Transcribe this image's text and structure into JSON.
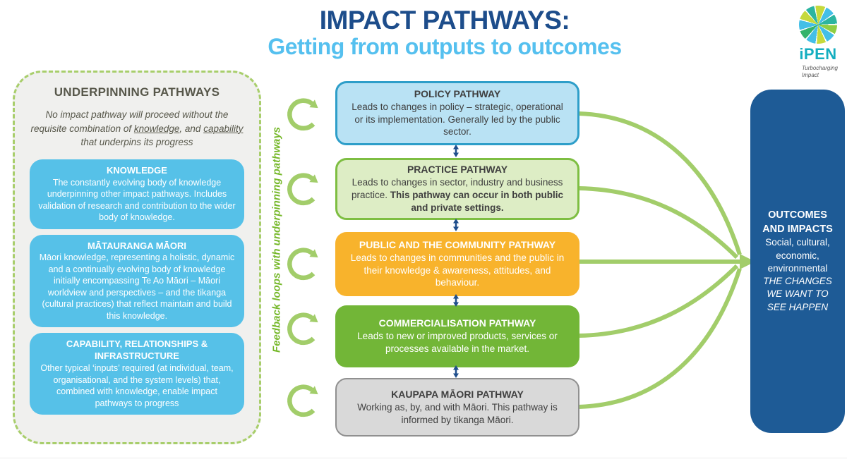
{
  "header": {
    "title": "IMPACT PATHWAYS:",
    "subtitle": "Getting from outputs to outcomes"
  },
  "logo": {
    "name": "iPEN",
    "tagline": "Turbocharging\nImpact"
  },
  "underpinning": {
    "heading": "UNDERPINNING PATHWAYS",
    "intro": {
      "part1": "No impact pathway will proceed without the requisite combination of ",
      "underline1": "knowledge",
      "part2": ", and ",
      "underline2": "capability",
      "part3": " that underpins its progress"
    },
    "cards": [
      {
        "title": "KNOWLEDGE",
        "body": "The constantly evolving body of knowledge underpinning other impact pathways. Includes validation of research and contribution to the wider body of knowledge."
      },
      {
        "title": "MĀTAURANGA MĀORI",
        "body": "Māori knowledge, representing a holistic, dynamic and a continually evolving body of knowledge initially encompassing Te Ao Māori – Māori worldview and perspectives – and the tikanga (cultural practices) that reflect maintain and build this knowledge."
      },
      {
        "title": "CAPABILITY, RELATIONSHIPS & INFRASTRUCTURE",
        "body": "Other typical ‘inputs’ required (at individual, team, organisational, and the system levels) that, combined with knowledge, enable impact pathways to progress"
      }
    ]
  },
  "feedback_label": "Feedback loops with underpinning pathways",
  "pathways": [
    {
      "title": "POLICY PATHWAY",
      "body": "Leads to changes in policy – strategic, operational or its implementation.  Generally led by the public sector."
    },
    {
      "title": "PRACTICE PATHWAY",
      "body": "Leads to changes in sector, industry and business practice. ",
      "body2": "This pathway can occur in both public and private settings."
    },
    {
      "title": "PUBLIC AND THE COMMUNITY PATHWAY",
      "body": "Leads to changes in communities and the public in their knowledge & awareness, attitudes, and behaviour."
    },
    {
      "title": "COMMERCIALISATION PATHWAY",
      "body": "Leads to new or improved products, services or processes available in the market."
    },
    {
      "title": "KAUPAPA MĀORI PATHWAY",
      "body": "Working as, by, and with Māori. This pathway is informed by tikanga Māori."
    }
  ],
  "outcomes": {
    "title": "OUTCOMES\nAND IMPACTS",
    "subtitle": "Social, cultural,\neconomic,\nenvironmental",
    "tagline": "THE CHANGES\nWE WANT TO\nSEE HAPPEN"
  },
  "colors": {
    "title_blue": "#1D4D8B",
    "subtitle_blue": "#55C0EF",
    "underpinning_bg": "#F0F0EE",
    "dashed_border_green": "#A8CE6B",
    "blue_card": "#56C1E8",
    "policy_fill": "#B9E2F4",
    "policy_border": "#2E9EC9",
    "practice_fill": "#DDEDC5",
    "practice_border": "#7EBE42",
    "public_fill": "#F8B32C",
    "commercialisation_fill": "#72B637",
    "kaupapa_fill": "#D9D9D9",
    "kaupapa_border": "#909090",
    "outcomes_panel_blue": "#1E5B96",
    "arrow_green": "#A2CD6A",
    "connector_blue": "#1F4E8C",
    "logo_teal": "#14AEC0"
  }
}
